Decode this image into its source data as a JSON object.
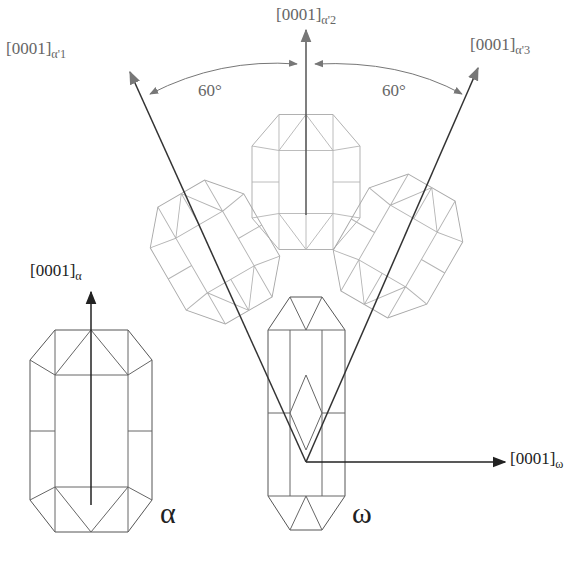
{
  "diagram": {
    "labels": [
      "[0001]α'2",
      "[0001]α'1",
      "[0001]α'3",
      "60°",
      "60°",
      "[0001]α",
      "[0001]ω",
      "α",
      "ω"
    ]
  }
}
